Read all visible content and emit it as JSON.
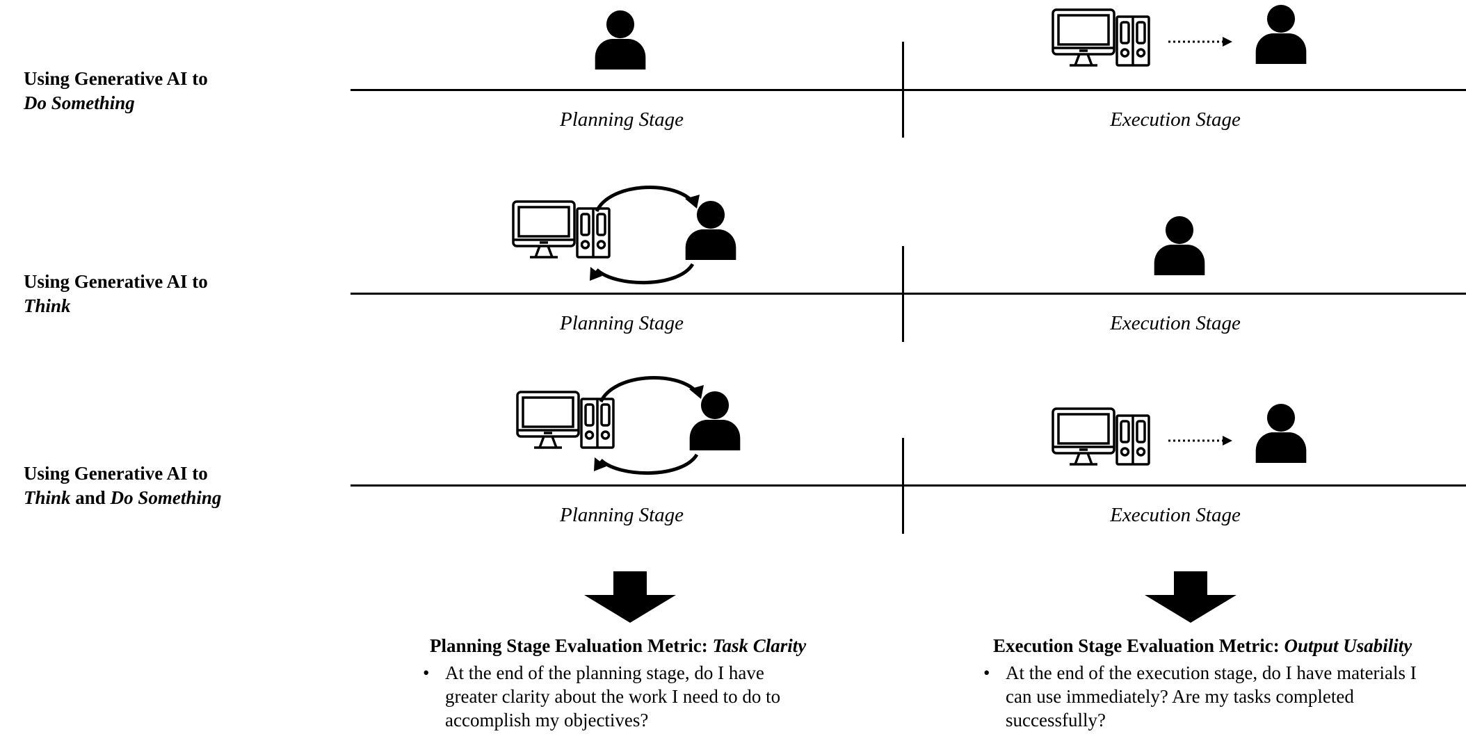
{
  "rows": [
    {
      "label_line1": "Using Generative AI to",
      "label_line2_a": "Do Something",
      "label_line2_mid": "",
      "label_line2_b": "",
      "planning": "Planning Stage",
      "execution": "Execution Stage"
    },
    {
      "label_line1": "Using Generative AI to",
      "label_line2_a": "Think",
      "label_line2_mid": "",
      "label_line2_b": "",
      "planning": "Planning Stage",
      "execution": "Execution Stage"
    },
    {
      "label_line1": "Using Generative AI to",
      "label_line2_a": "Think",
      "label_line2_mid": " and ",
      "label_line2_b": "Do Something",
      "planning": "Planning Stage",
      "execution": "Execution Stage"
    }
  ],
  "metrics": {
    "planning": {
      "title_plain": "Planning Stage Evaluation Metric: ",
      "title_italic": "Task Clarity",
      "bullet_symbol": "•",
      "bullet_line1": "At the end of the planning stage, do I have",
      "bullet_line2": "greater clarity about the work I need to do to",
      "bullet_line3": "accomplish my objectives?"
    },
    "execution": {
      "title_plain": "Execution Stage Evaluation Metric: ",
      "title_italic": "Output Usability",
      "bullet_symbol": "•",
      "bullet_line1": "At the end of the execution stage, do I have materials I",
      "bullet_line2": "can use immediately? Are my tasks completed",
      "bullet_line3": "successfully?"
    }
  },
  "icons": {
    "person": "person-icon",
    "computer": "computer-icon",
    "arrow": "dotted-arrow-icon",
    "cycle": "cycle-arrows-icon",
    "down_arrow": "down-arrow-icon"
  },
  "colors": {
    "ink": "#000000",
    "background": "#ffffff"
  }
}
